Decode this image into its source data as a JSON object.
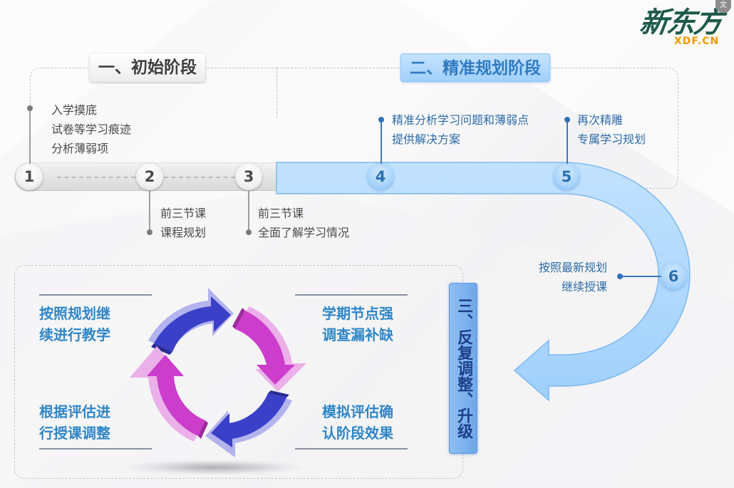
{
  "logo": {
    "cn": "新东方",
    "en": "XDF.CN",
    "translate_icon": "translate-icon"
  },
  "colors": {
    "stage1_gray": "#3e3e3e",
    "stage2_blue": "#2f7bc2",
    "track_blue": "#a9d6fc",
    "stage3_badge": "#7aafee",
    "cycle_text": "#2f86c8",
    "arrow_indigo": "#3a3fc8",
    "arrow_magenta": "#c93bc6",
    "logo_green": "#1e5a4a",
    "logo_orange": "#f39800"
  },
  "stages": {
    "stage1": {
      "title": "一、初始阶段"
    },
    "stage2": {
      "title": "二、精准规划阶段"
    },
    "stage3": {
      "title": "三、反复调整、升级"
    }
  },
  "nodes": [
    {
      "num": "1",
      "lines": [
        "入学摸底",
        "试卷等学习痕迹",
        "分析薄弱项"
      ]
    },
    {
      "num": "2",
      "lines": [
        "前三节课",
        "课程规划"
      ]
    },
    {
      "num": "3",
      "lines": [
        "前三节课",
        "全面了解学习情况"
      ]
    },
    {
      "num": "4",
      "lines": [
        "精准分析学习问题和薄弱点",
        "提供解决方案"
      ]
    },
    {
      "num": "5",
      "lines": [
        "再次精雕",
        "专属学习规划"
      ]
    },
    {
      "num": "6",
      "lines": [
        "按照最新规划",
        "继续授课"
      ]
    }
  ],
  "cycle": {
    "top_left": [
      "按照规划继",
      "续进行教学"
    ],
    "top_right": [
      "学期节点强",
      "调查漏补缺"
    ],
    "bottom_left": [
      "根据评估进",
      "行授课调整"
    ],
    "bottom_right": [
      "模拟评估确",
      "认阶段效果"
    ]
  }
}
